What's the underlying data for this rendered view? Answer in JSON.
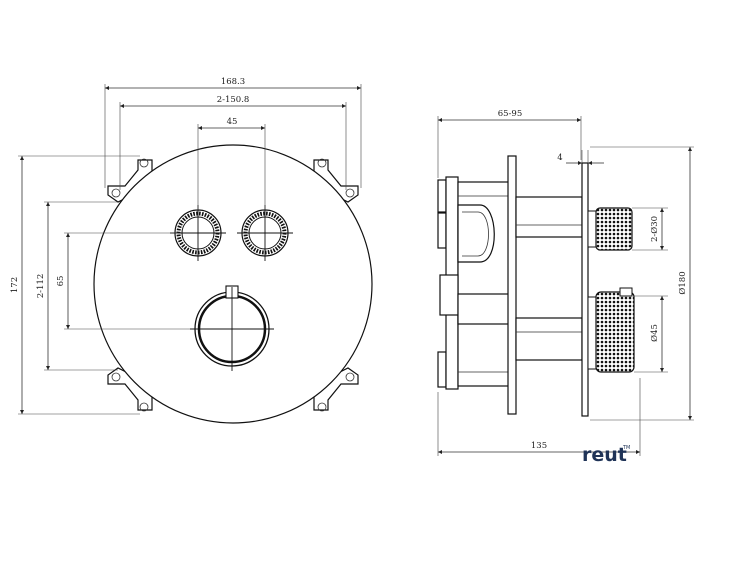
{
  "front_view": {
    "dim_overall_width": "168.3",
    "dim_hole_spacing": "2-150.8",
    "dim_button_spacing": "45",
    "dim_overall_height": "172",
    "dim_hole_spacing_vertical": "2-112",
    "dim_button_to_knob": "65"
  },
  "side_view": {
    "dim_depth": "65-95",
    "dim_plate_thickness": "4",
    "dim_button_diameter": "2-Ø30",
    "dim_knob_diameter": "Ø45",
    "dim_plate_diameter": "Ø180",
    "dim_total_length": "135"
  },
  "brand": {
    "logo": "reut",
    "logo_mark": "TM"
  },
  "colors": {
    "line": "#111111",
    "logo": "#1f3357"
  }
}
